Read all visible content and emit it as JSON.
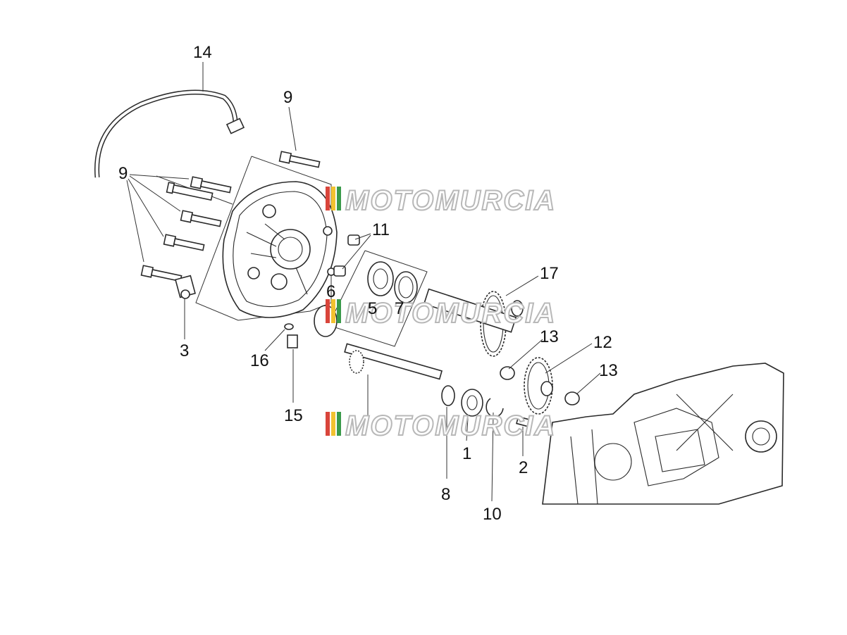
{
  "callouts": {
    "c1": "1",
    "c2": "2",
    "c3": "3",
    "c5": "5",
    "c6": "6",
    "c7": "7",
    "c8": "8",
    "c9a": "9",
    "c9b": "9",
    "c10": "10",
    "c11": "11",
    "c12": "12",
    "c13a": "13",
    "c13b": "13",
    "c14": "14",
    "c15": "15",
    "c16": "16",
    "c17": "17"
  },
  "watermark": {
    "text": "MOTOMURCIA",
    "stripe_colors": [
      "#d9453b",
      "#f2c230",
      "#3a9a4a"
    ]
  }
}
